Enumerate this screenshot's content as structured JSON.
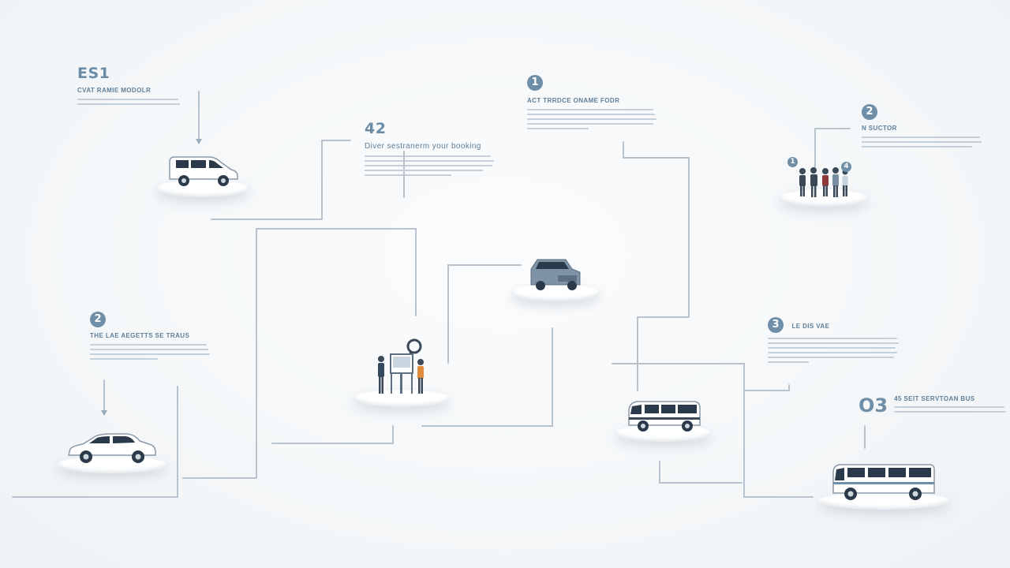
{
  "steps": {
    "s1": {
      "number": "ES1",
      "title": "CVAT RAMIE MODOLR"
    },
    "s2": {
      "number": "42",
      "title": "Diver sestranerm your booking"
    },
    "s3": {
      "number": "1",
      "title": "ACT TRRDCE ONAME FODR"
    },
    "s4": {
      "number": "2",
      "title": "N SUCTOR"
    },
    "s5": {
      "number": "2",
      "title": "THE LAE AEGETTS SE TRAUS"
    },
    "s6": {
      "number": "3",
      "title": "LE DIS VAE"
    },
    "s7": {
      "number": "O3",
      "title": "45 SEIT SERVTOAN BUS"
    }
  },
  "group_badges": [
    "1",
    "4"
  ],
  "colors": {
    "accent": "#6f8fa8",
    "line": "#b7c4cf",
    "vehicle_body": "#ffffff",
    "truck_body": "#7f93a6",
    "glass": "#2b3a4a"
  },
  "icons": [
    "van-icon",
    "sedan-icon",
    "pickup-truck-icon",
    "minibus-icon",
    "bus-icon",
    "people-group-icon",
    "booking-kiosk-icon",
    "magnifier-icon"
  ]
}
